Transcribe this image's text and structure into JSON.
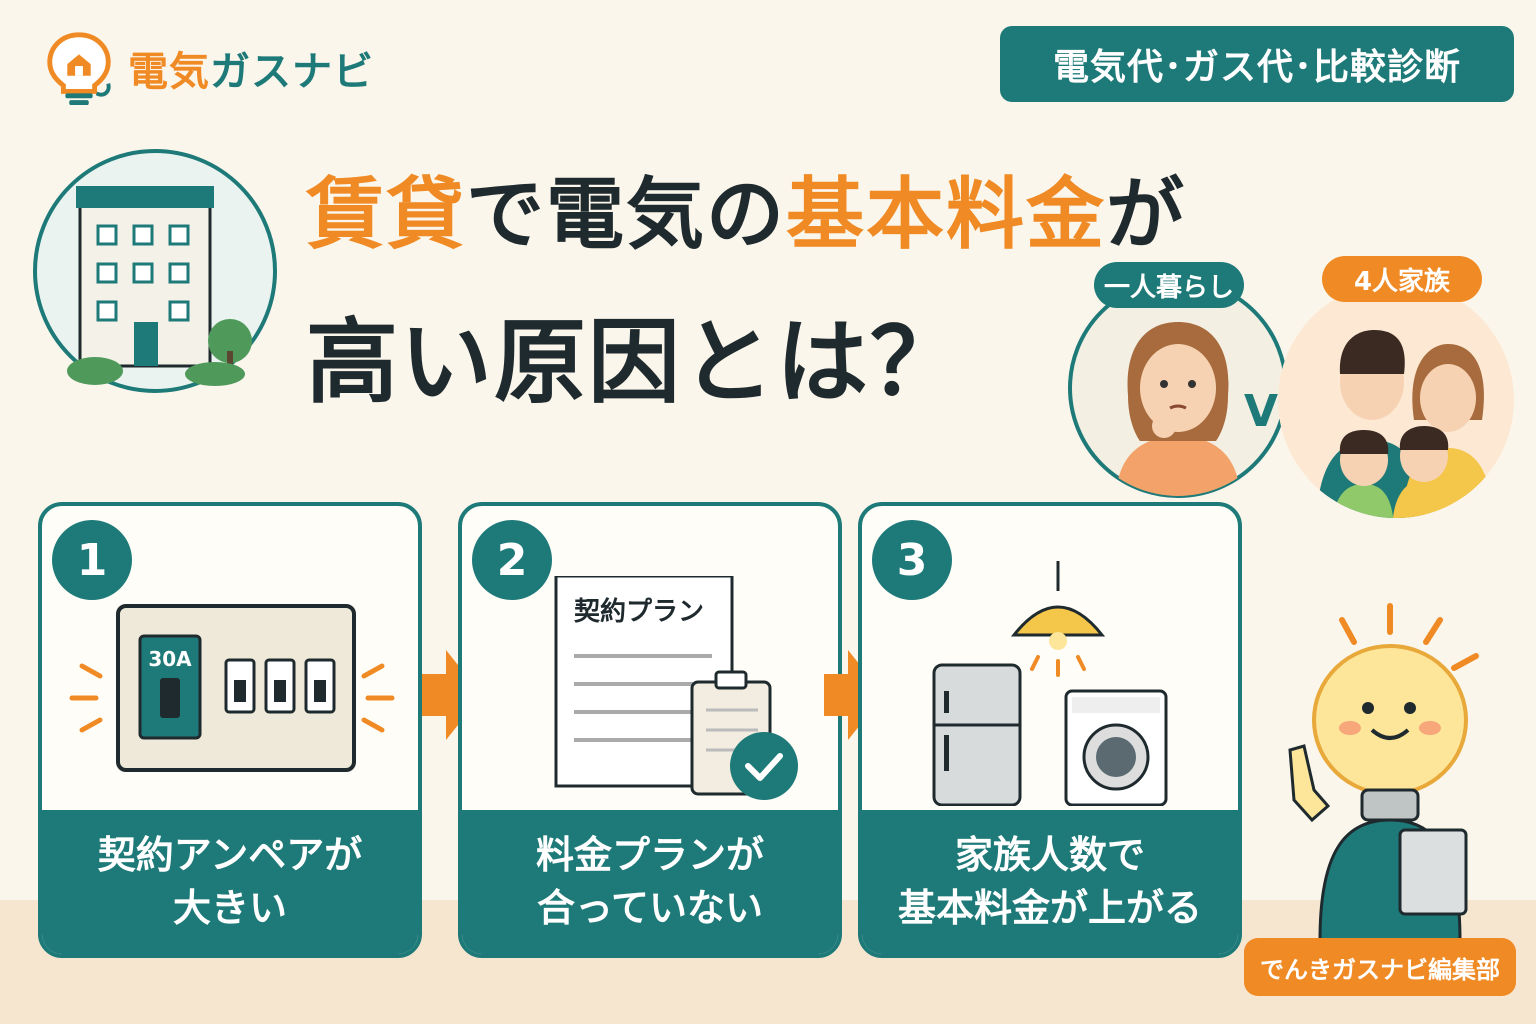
{
  "brand": {
    "logo_part1": "電気",
    "logo_part2": "ガスナビ",
    "category": "電気代･ガス代･比較診断"
  },
  "headline": {
    "line1": [
      {
        "text": "賃貸",
        "highlight": true
      },
      {
        "text": "で電気の",
        "highlight": false
      },
      {
        "text": "基本料金",
        "highlight": true
      },
      {
        "text": "が",
        "highlight": false
      }
    ],
    "line2": "高い原因とは？"
  },
  "comparison": {
    "left_label": "一人暮らし",
    "right_label": "4人家族",
    "vs": "VS"
  },
  "steps": [
    {
      "number": "1",
      "line1": "契約アンペアが",
      "line2": "大きい",
      "illustration_text": "30A"
    },
    {
      "number": "2",
      "line1": "料金プランが",
      "line2": "合っていない",
      "illustration_text": "契約プラン"
    },
    {
      "number": "3",
      "line1": "家族人数で",
      "line2": "基本料金が上がる"
    }
  ],
  "editor": "でんきガスナビ編集部",
  "colors": {
    "teal": "#1e7a78",
    "orange": "#f08a24",
    "cream": "#fbf6ec"
  },
  "icons": [
    "lightbulb-logo-icon",
    "apartment-building-icon",
    "breaker-panel-icon",
    "contract-document-icon",
    "checkmark-icon",
    "ceiling-lamp-icon",
    "refrigerator-icon",
    "washing-machine-icon",
    "arrow-right-icon",
    "woman-thinking-icon",
    "family-icon",
    "lightbulb-mascot-icon"
  ]
}
